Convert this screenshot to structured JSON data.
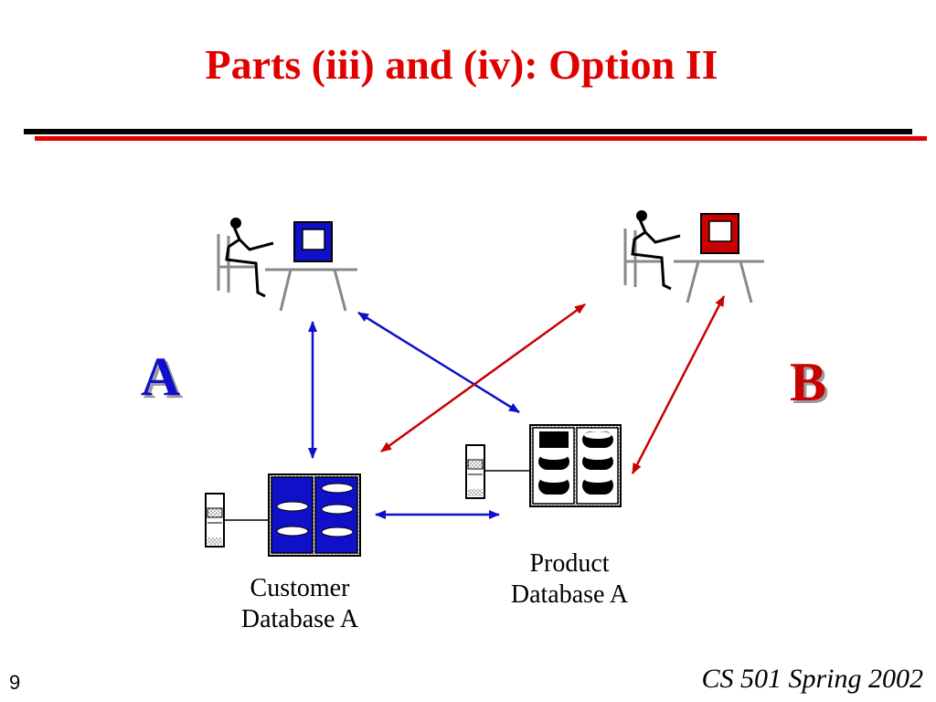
{
  "slide": {
    "title": "Parts (iii) and (iv):  Option II",
    "page_number": "9",
    "footer": "CS 501 Spring 2002"
  },
  "clients": [
    {
      "letter": "A",
      "monitor_color": "#1010c8",
      "icon": "workstation-user-icon"
    },
    {
      "letter": "B",
      "monitor_color": "#c80000",
      "icon": "workstation-user-icon"
    }
  ],
  "databases": {
    "customer": {
      "label_line1": "Customer",
      "label_line2": "Database A",
      "color": "#1010c8",
      "icon": "database-server-icon"
    },
    "product": {
      "label_line1": "Product",
      "label_line2": "Database A",
      "color": "#000000",
      "icon": "database-server-icon"
    }
  },
  "connections": {
    "client_a_color": "#1010c8",
    "client_b_color": "#c80000",
    "replication_color": "#1010c8"
  },
  "colors": {
    "title": "#e00000",
    "rule_black": "#000000",
    "rule_red": "#e00000"
  }
}
